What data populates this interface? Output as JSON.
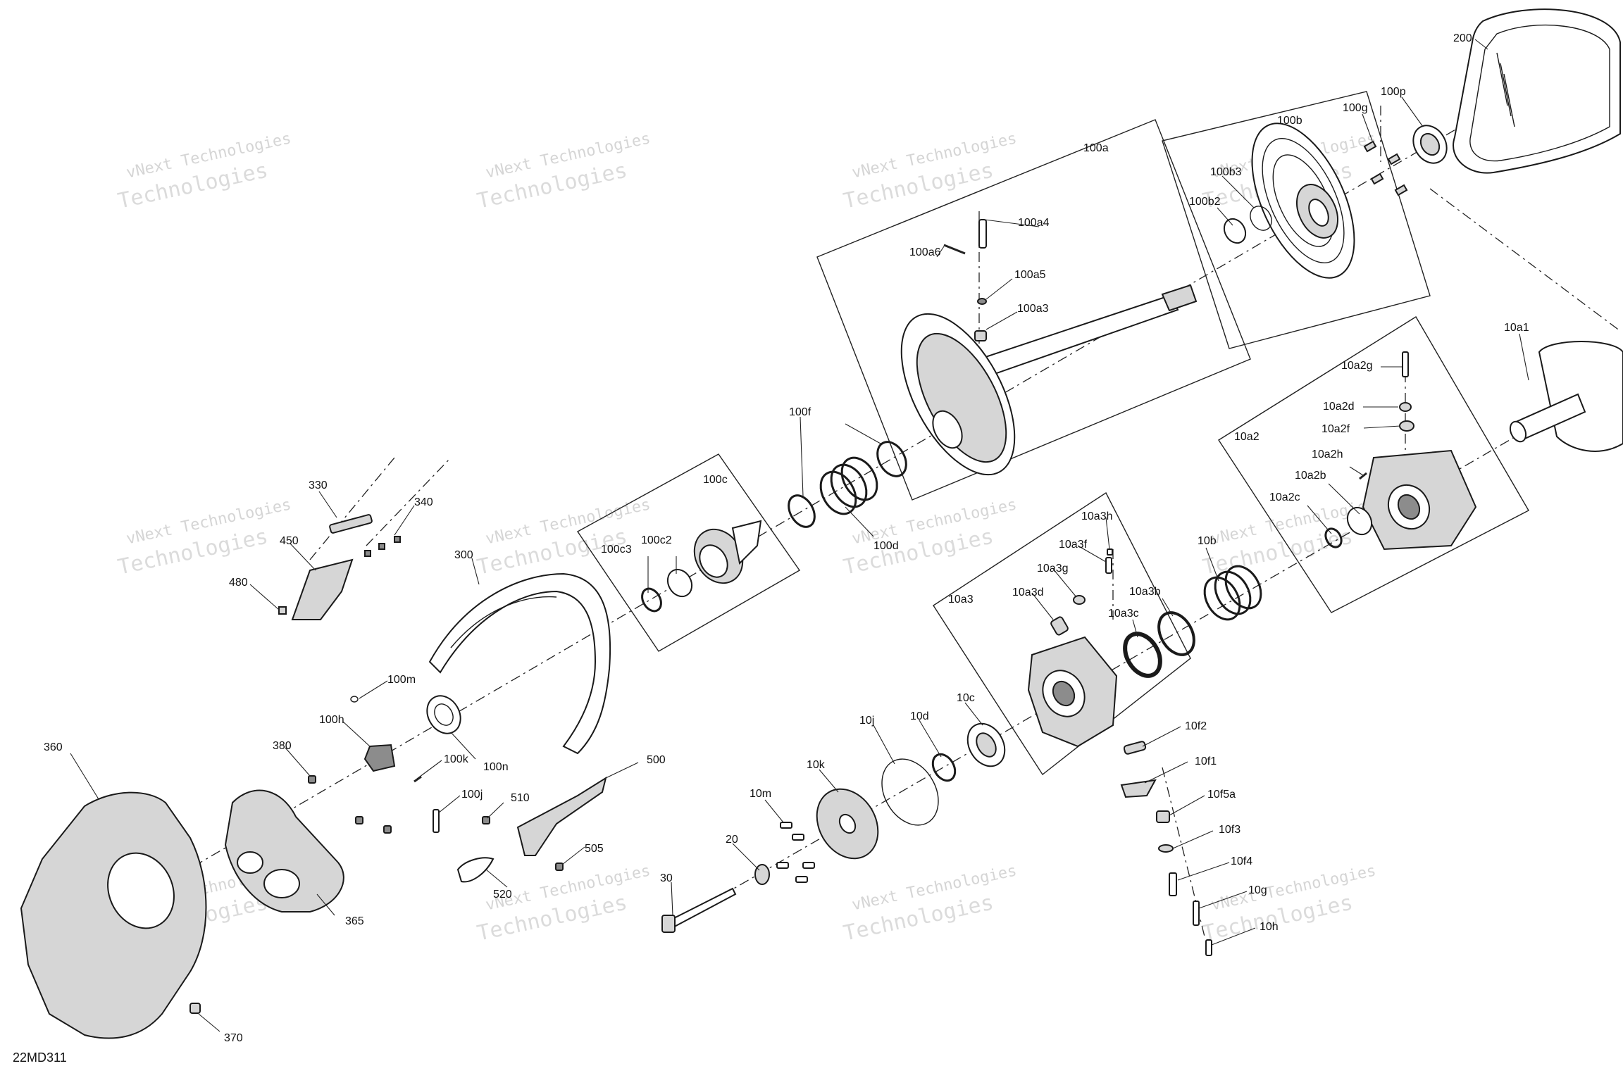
{
  "diagram": {
    "code": "22MD311",
    "watermark": {
      "line1": "vNext Technologies",
      "line2": "Technologies"
    },
    "group_boxes": [
      "100a",
      "100b",
      "100c",
      "10a2",
      "10a3"
    ],
    "labels": {
      "200": "200",
      "100p": "100p",
      "100g": "100g",
      "100b": "100b",
      "100b3": "100b3",
      "100b2": "100b2",
      "100a": "100a",
      "100a4": "100a4",
      "100a6": "100a6",
      "100a5": "100a5",
      "100a3": "100a3",
      "10a1": "10a1",
      "10a2g": "10a2g",
      "10a2d": "10a2d",
      "10a2f": "10a2f",
      "10a2": "10a2",
      "10a2h": "10a2h",
      "10a2b": "10a2b",
      "10a2c": "10a2c",
      "100f": "100f",
      "100c": "100c",
      "100c3": "100c3",
      "100c2": "100c2",
      "100d": "100d",
      "10a3h": "10a3h",
      "10a3f": "10a3f",
      "10a3g": "10a3g",
      "10a3d": "10a3d",
      "10a3": "10a3",
      "10a3b": "10a3b",
      "10a3c": "10a3c",
      "10b": "10b",
      "330": "330",
      "340": "340",
      "450": "450",
      "480": "480",
      "300": "300",
      "100m": "100m",
      "100h": "100h",
      "100n": "100n",
      "100k": "100k",
      "100j": "100j",
      "360": "360",
      "380": "380",
      "365": "365",
      "370": "370",
      "510": "510",
      "500": "500",
      "505": "505",
      "520": "520",
      "10j": "10j",
      "10d": "10d",
      "10c": "10c",
      "10k": "10k",
      "10m": "10m",
      "20": "20",
      "30": "30",
      "10f2": "10f2",
      "10f1": "10f1",
      "10f5a": "10f5a",
      "10f3": "10f3",
      "10f4": "10f4",
      "10g": "10g",
      "10h": "10h"
    }
  }
}
